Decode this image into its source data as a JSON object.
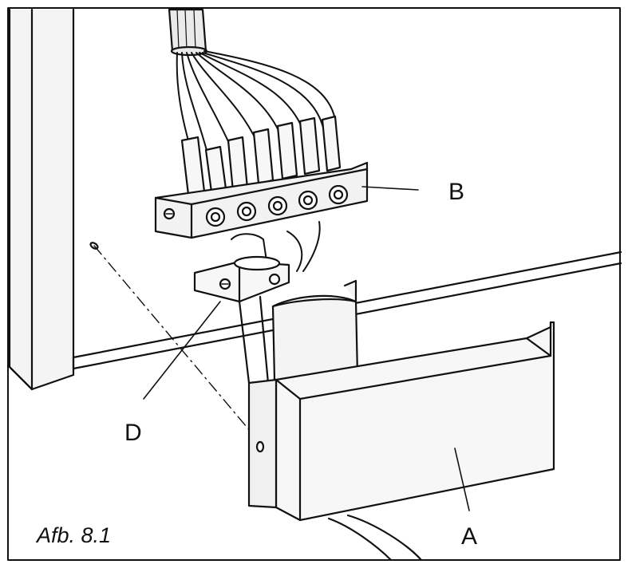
{
  "labels": {
    "a": "A",
    "b": "B",
    "d": "D"
  },
  "caption": "Afb. 8.1",
  "colors": {
    "ink": "#111111",
    "fill_light": "#f7f7f7",
    "fill_shade": "#e6e6e6"
  }
}
